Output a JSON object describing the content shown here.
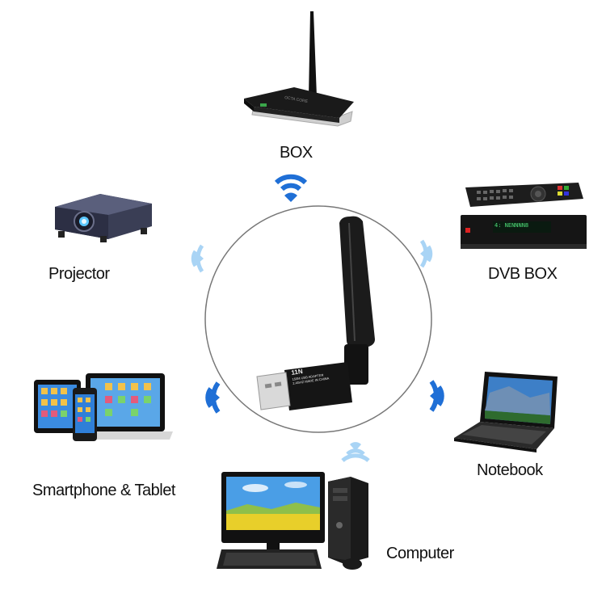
{
  "devices": {
    "box": {
      "label": "BOX"
    },
    "projector": {
      "label": "Projector"
    },
    "dvb_box": {
      "label": "DVB BOX"
    },
    "smartphone_tablet": {
      "label": "Smartphone & Tablet"
    },
    "notebook": {
      "label": "Notebook"
    },
    "computer": {
      "label": "Computer"
    }
  },
  "adapter": {
    "line1": "11N",
    "line2": "150M USB ADAPTER",
    "line3": "2.4GHZ  MADE IN CHINA"
  },
  "dvb_display": {
    "text": "4: NENNNN8"
  },
  "colors": {
    "wifi_strong": "#1f6fd6",
    "wifi_faint": "#a9d4f5",
    "circle": "#777777"
  }
}
